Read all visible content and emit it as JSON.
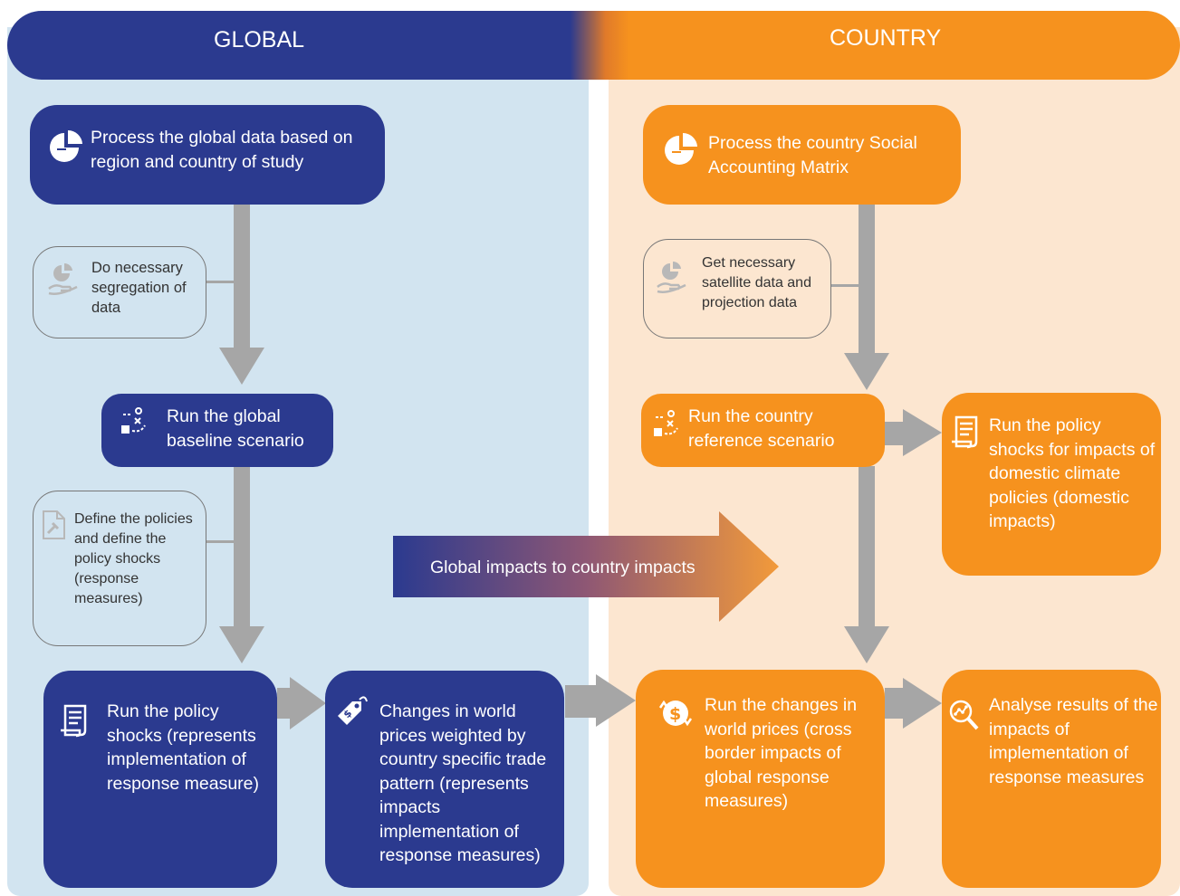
{
  "headers": {
    "global": "GLOBAL",
    "country": "COUNTRY"
  },
  "global": {
    "process_data": "Process the global data based on region and country of study",
    "segregation_note": "Do necessary segregation of data",
    "baseline": "Run the global baseline scenario",
    "define_note": "Define the policies and define the policy shocks (response measures)",
    "policy_shocks": "Run the policy shocks (represents implementation of response measure)",
    "world_prices": "Changes in world prices weighted by country specific trade pattern (represents impacts implementation of response measures)"
  },
  "transition_label": "Global impacts to country impacts",
  "country": {
    "process_sam": "Process the country Social Accounting Matrix",
    "satellite_note": "Get necessary satellite data and projection data",
    "reference": "Run the country reference scenario",
    "domestic_shocks": "Run the policy shocks for impacts of domestic climate policies (domestic impacts)",
    "world_price_changes": "Run the changes in world prices (cross border impacts of global response measures)",
    "analyse": "Analyse results of the impacts of implementation of response measures"
  },
  "icons": [
    "pie-chart-icon",
    "hand-pie-icon",
    "scenario-icon",
    "document-gavel-icon",
    "scroll-icon",
    "price-tag-icon",
    "currency-exchange-icon",
    "magnifier-chart-icon"
  ],
  "colors": {
    "global_blue": "#2b3a8f",
    "country_orange": "#f6921e",
    "global_bg": "#d2e4f0",
    "country_bg": "#fce6d0",
    "connector_gray": "#a6a6a6"
  }
}
